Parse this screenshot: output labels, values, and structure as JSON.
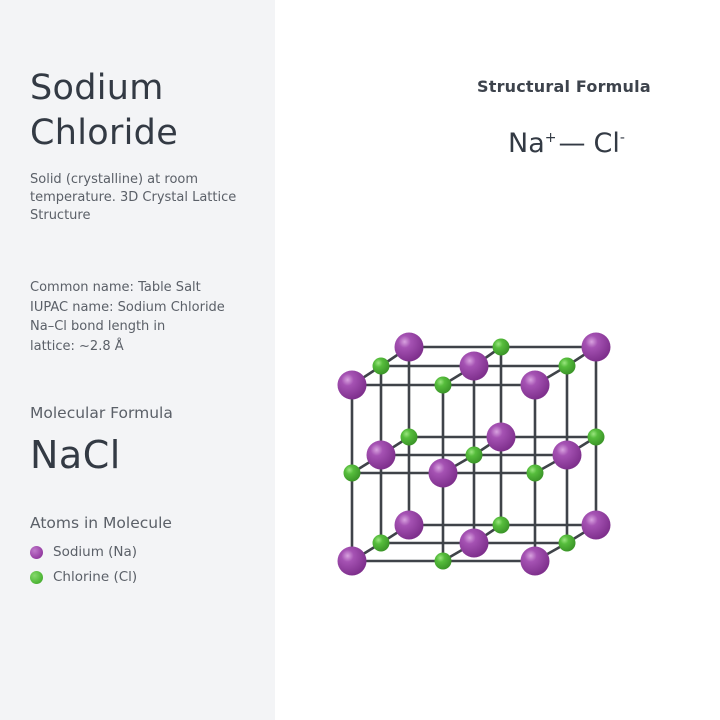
{
  "left_panel": {
    "title_line1": "Sodium",
    "title_line2": "Chloride",
    "description": "Solid (crystalline) at room temperature. 3D Crystal Lattice Structure",
    "info": [
      "Common name: Table Salt",
      "IUPAC name: Sodium Chloride",
      "Na–Cl bond length in\nlattice: ~2.8 Å"
    ],
    "molecular_formula_label": "Molecular Formula",
    "molecular_formula": "NaCl",
    "atoms_label": "Atoms in Molecule",
    "legend": [
      {
        "name": "sodium",
        "label": "Sodium (Na)",
        "color": "#9b44a8"
      },
      {
        "name": "chlorine",
        "label": "Chlorine (Cl)",
        "color": "#52b93a"
      }
    ]
  },
  "structural_formula": {
    "label": "Structural Formula",
    "cation": "Na",
    "cation_charge": "+",
    "bond": "—",
    "anion": "Cl",
    "anion_charge": "-"
  },
  "lattice": {
    "type": "3x3x3 rock-salt cubic lattice",
    "grid": {
      "x": [
        [
          352,
          443,
          535
        ],
        [
          381,
          474,
          567
        ],
        [
          409,
          501,
          596
        ]
      ],
      "y": [
        [
          385,
          473,
          561
        ],
        [
          366,
          455,
          543
        ],
        [
          347,
          437,
          525
        ]
      ]
    },
    "colors": {
      "sodium": "#9b44a8",
      "chlorine": "#52b93a",
      "bond": "#3f4349"
    },
    "radii": {
      "sodium": 14.5,
      "chlorine": 8.5
    }
  }
}
